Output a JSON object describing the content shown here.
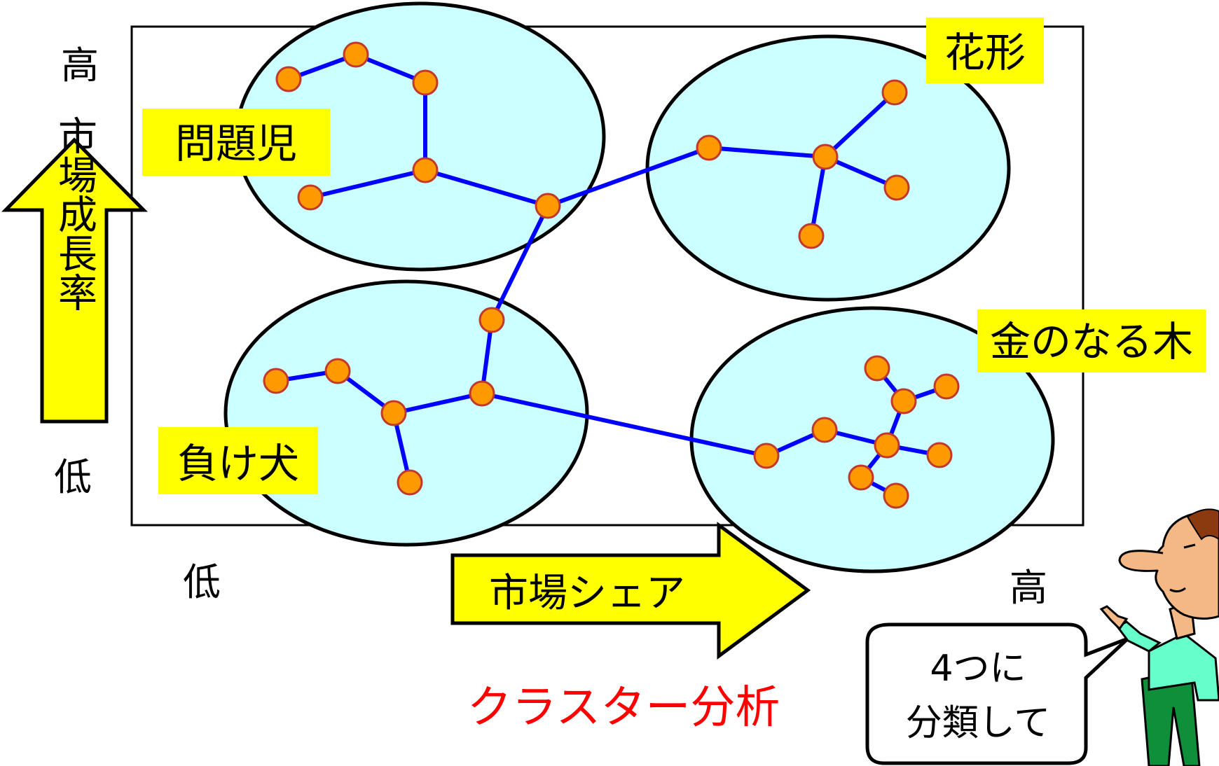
{
  "axes": {
    "y_title": "市場成長率",
    "y_high": "高",
    "y_low": "低",
    "x_title": "市場シェア",
    "x_low": "低",
    "x_high": "高"
  },
  "quadrants": {
    "problem_child": "問題児",
    "star": "花形",
    "cash_cow": "金のなる木",
    "dog": "負け犬"
  },
  "caption": "クラスター分析",
  "speech_bubble": {
    "line1": "4つに",
    "line2": "分類して"
  },
  "colors": {
    "cluster_fill": "#ccffff",
    "edge": "#0000ff",
    "node_fill": "#ff9900",
    "node_stroke": "#c0392b",
    "label_bg": "#ffff00",
    "caption": "#ff0000",
    "arrow_fill": "#ffff00"
  },
  "graph": {
    "nodes": [
      {
        "id": "a1"
      },
      {
        "id": "a2"
      },
      {
        "id": "a3"
      },
      {
        "id": "a4"
      },
      {
        "id": "a5"
      },
      {
        "id": "bridge1"
      },
      {
        "id": "b1"
      },
      {
        "id": "b2"
      },
      {
        "id": "b3"
      },
      {
        "id": "b4"
      },
      {
        "id": "b5"
      },
      {
        "id": "c1"
      },
      {
        "id": "c2"
      },
      {
        "id": "c3"
      },
      {
        "id": "c4"
      },
      {
        "id": "c5"
      },
      {
        "id": "bridge2"
      },
      {
        "id": "d1"
      },
      {
        "id": "d2"
      },
      {
        "id": "d3"
      },
      {
        "id": "d4"
      },
      {
        "id": "d5"
      },
      {
        "id": "d6"
      },
      {
        "id": "d7"
      },
      {
        "id": "d8"
      },
      {
        "id": "d9"
      },
      {
        "id": "d10"
      }
    ],
    "edges": [
      [
        "a1",
        "a2"
      ],
      [
        "a2",
        "a3"
      ],
      [
        "a3",
        "a4"
      ],
      [
        "a4",
        "a5"
      ],
      [
        "a4",
        "bridge1"
      ],
      [
        "bridge1",
        "b1"
      ],
      [
        "b1",
        "b2"
      ],
      [
        "b2",
        "b3"
      ],
      [
        "b2",
        "b4"
      ],
      [
        "b2",
        "b5"
      ],
      [
        "bridge1",
        "bridge2"
      ],
      [
        "bridge2",
        "c4"
      ],
      [
        "c1",
        "c2"
      ],
      [
        "c2",
        "c3"
      ],
      [
        "c3",
        "c4"
      ],
      [
        "c3",
        "c5"
      ],
      [
        "c4",
        "d1"
      ],
      [
        "d1",
        "d2"
      ],
      [
        "d2",
        "d3"
      ],
      [
        "d3",
        "d4"
      ],
      [
        "d4",
        "d5"
      ],
      [
        "d4",
        "d6"
      ],
      [
        "d3",
        "d7"
      ],
      [
        "d3",
        "d8"
      ],
      [
        "d8",
        "d9"
      ]
    ]
  }
}
